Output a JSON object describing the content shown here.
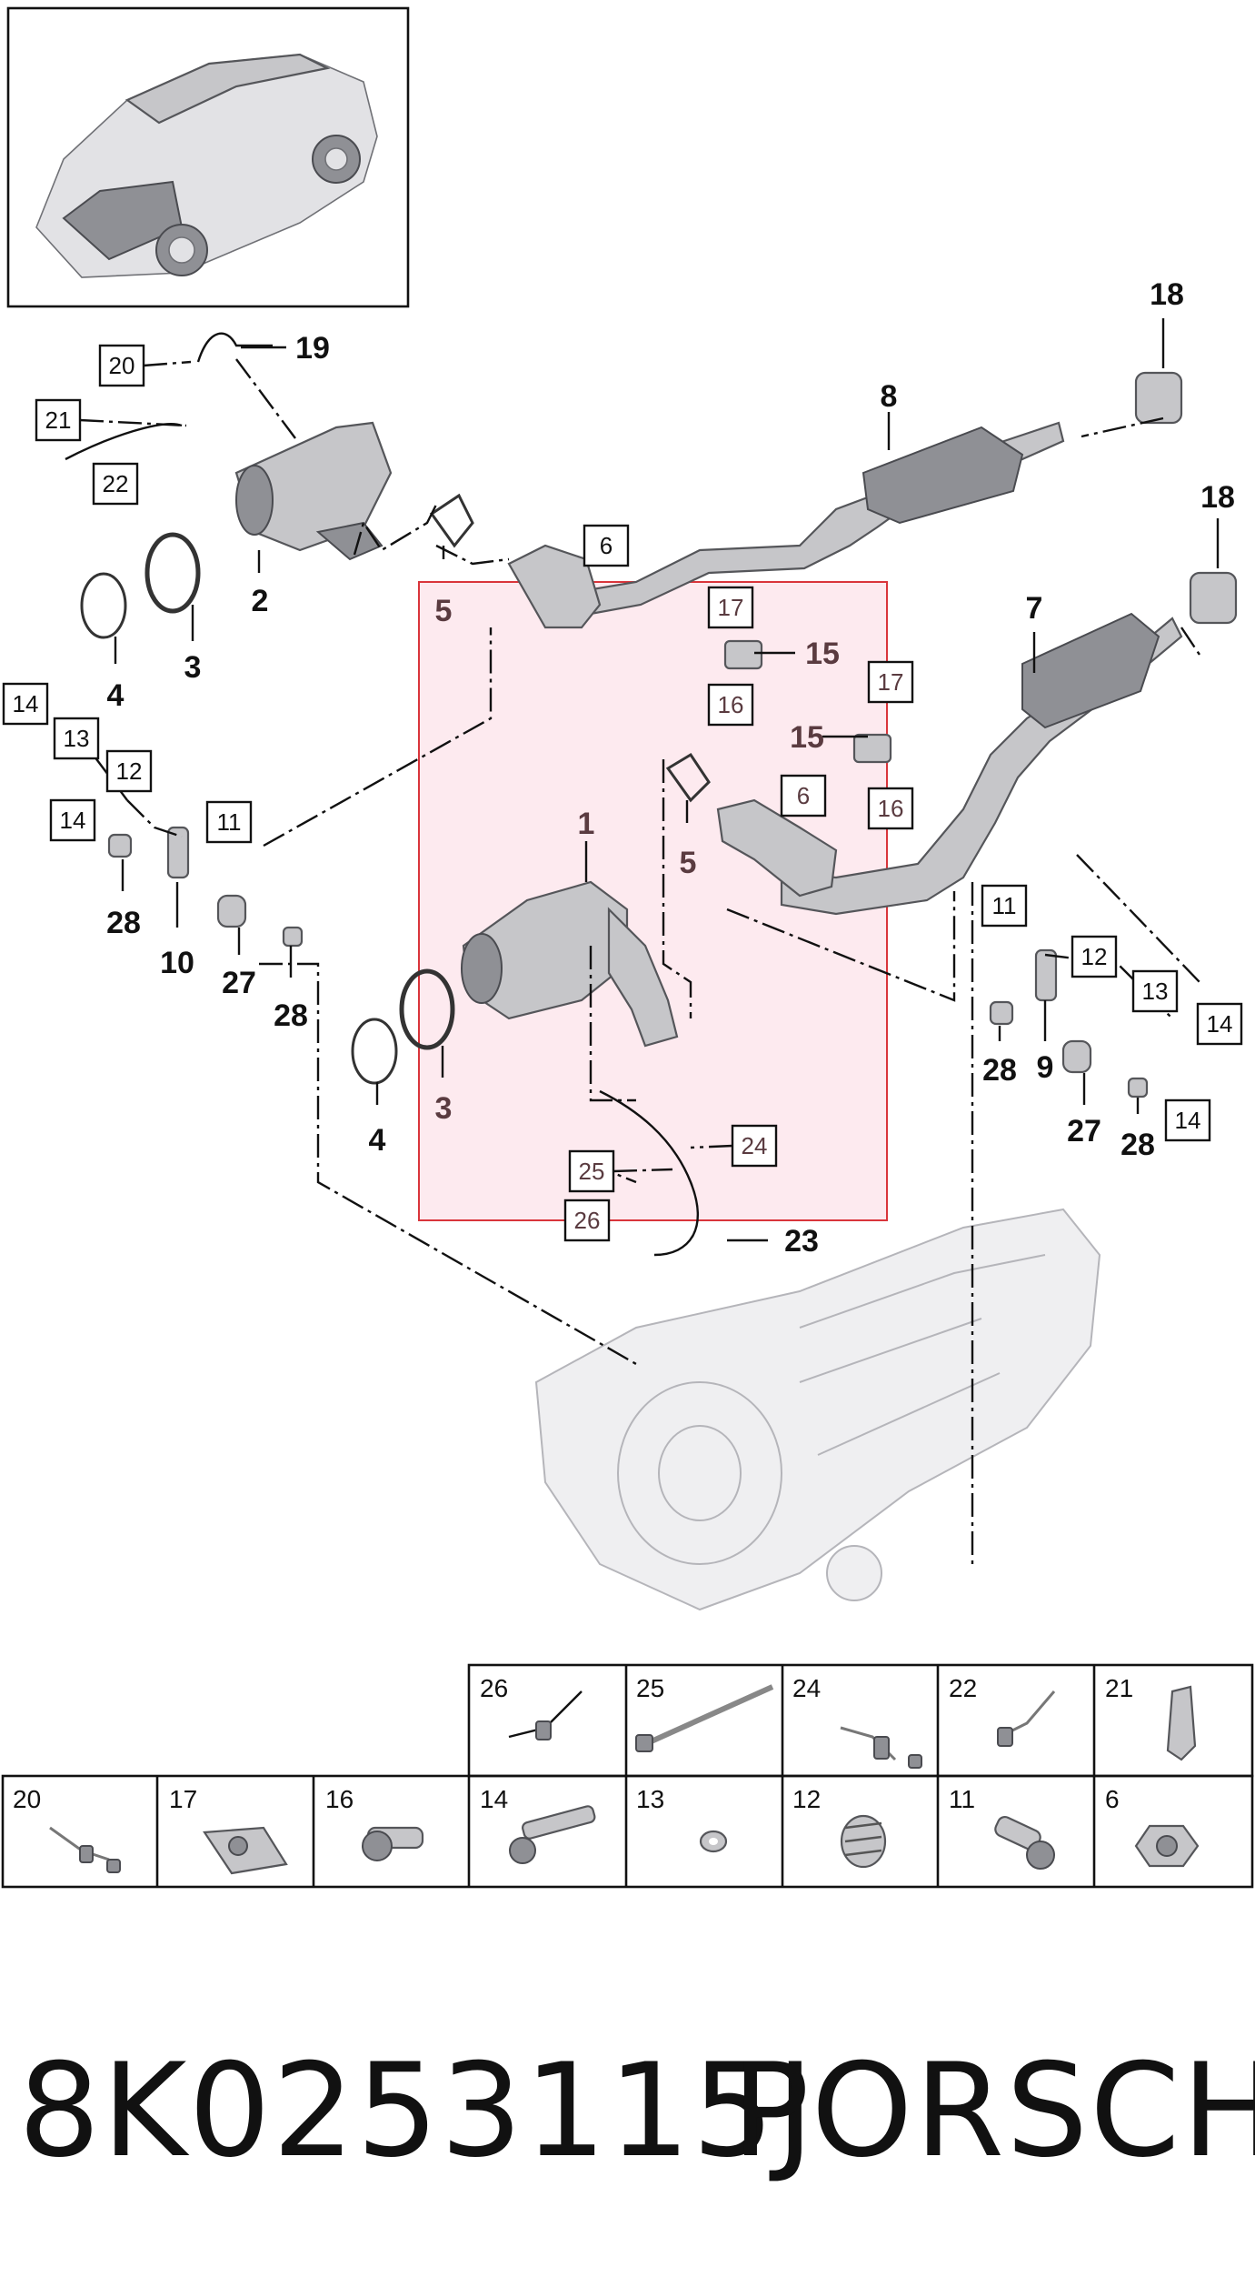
{
  "callouts": {
    "c1": "1",
    "c2": "2",
    "c3a": "3",
    "c3b": "3",
    "c4a": "4",
    "c4b": "4",
    "c5a": "5",
    "c5b": "5",
    "c7": "7",
    "c8": "8",
    "c9": "9",
    "c10": "10",
    "c15a": "15",
    "c15b": "15",
    "c18a": "18",
    "c18b": "18",
    "c19": "19",
    "c23": "23",
    "c27a": "27",
    "c27b": "27",
    "c28a": "28",
    "c28b": "28",
    "c28c": "28",
    "c28d": "28"
  },
  "boxed_labels": {
    "b6a": "6",
    "b6b": "6",
    "b11a": "11",
    "b11b": "11",
    "b12a": "12",
    "b12b": "12",
    "b13a": "13",
    "b13b": "13",
    "b14a": "14",
    "b14b": "14",
    "b14c": "14",
    "b14d": "14",
    "b16a": "16",
    "b16b": "16",
    "b17a": "17",
    "b17b": "17",
    "b20": "20",
    "b21": "21",
    "b22": "22",
    "b24": "24",
    "b25": "25",
    "b26": "26"
  },
  "legend": {
    "row1": [
      "26",
      "25",
      "24",
      "22",
      "21"
    ],
    "row2": [
      "20",
      "17",
      "16",
      "14",
      "13",
      "12",
      "11",
      "6"
    ]
  },
  "part_number": "8K0253115J",
  "brand": "PORSCHE",
  "colors": {
    "highlight_fill": "#fde6ec",
    "highlight_border": "#d9353b",
    "ink": "#111111"
  }
}
